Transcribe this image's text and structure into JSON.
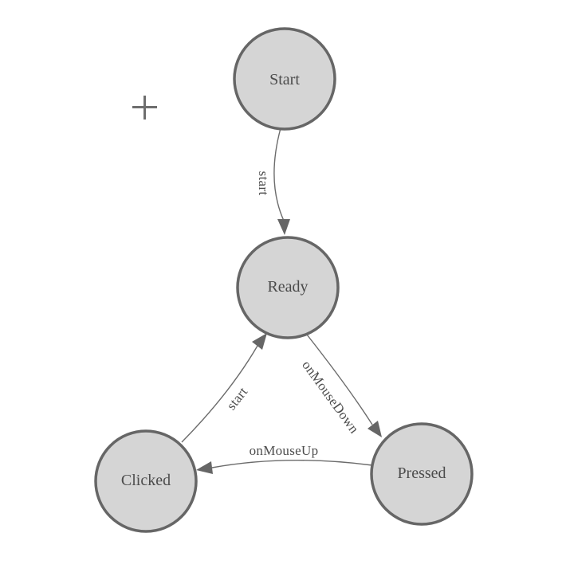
{
  "diagram": {
    "type": "state-machine",
    "nodes": [
      {
        "id": "start",
        "label": "Start"
      },
      {
        "id": "ready",
        "label": "Ready"
      },
      {
        "id": "clicked",
        "label": "Clicked"
      },
      {
        "id": "pressed",
        "label": "Pressed"
      }
    ],
    "edges": [
      {
        "from": "Start",
        "to": "Ready",
        "label": "start"
      },
      {
        "from": "Clicked",
        "to": "Ready",
        "label": "start"
      },
      {
        "from": "Ready",
        "to": "Pressed",
        "label": "onMouseDown"
      },
      {
        "from": "Pressed",
        "to": "Clicked",
        "label": "onMouseUp"
      }
    ],
    "colors": {
      "node_fill": "#d5d5d5",
      "node_border": "#666666",
      "edge_line": "#6b6b6b",
      "label_text": "#4c4c4c",
      "background": "#ffffff"
    },
    "icons": {
      "crosshair": "plus-crosshair"
    }
  }
}
